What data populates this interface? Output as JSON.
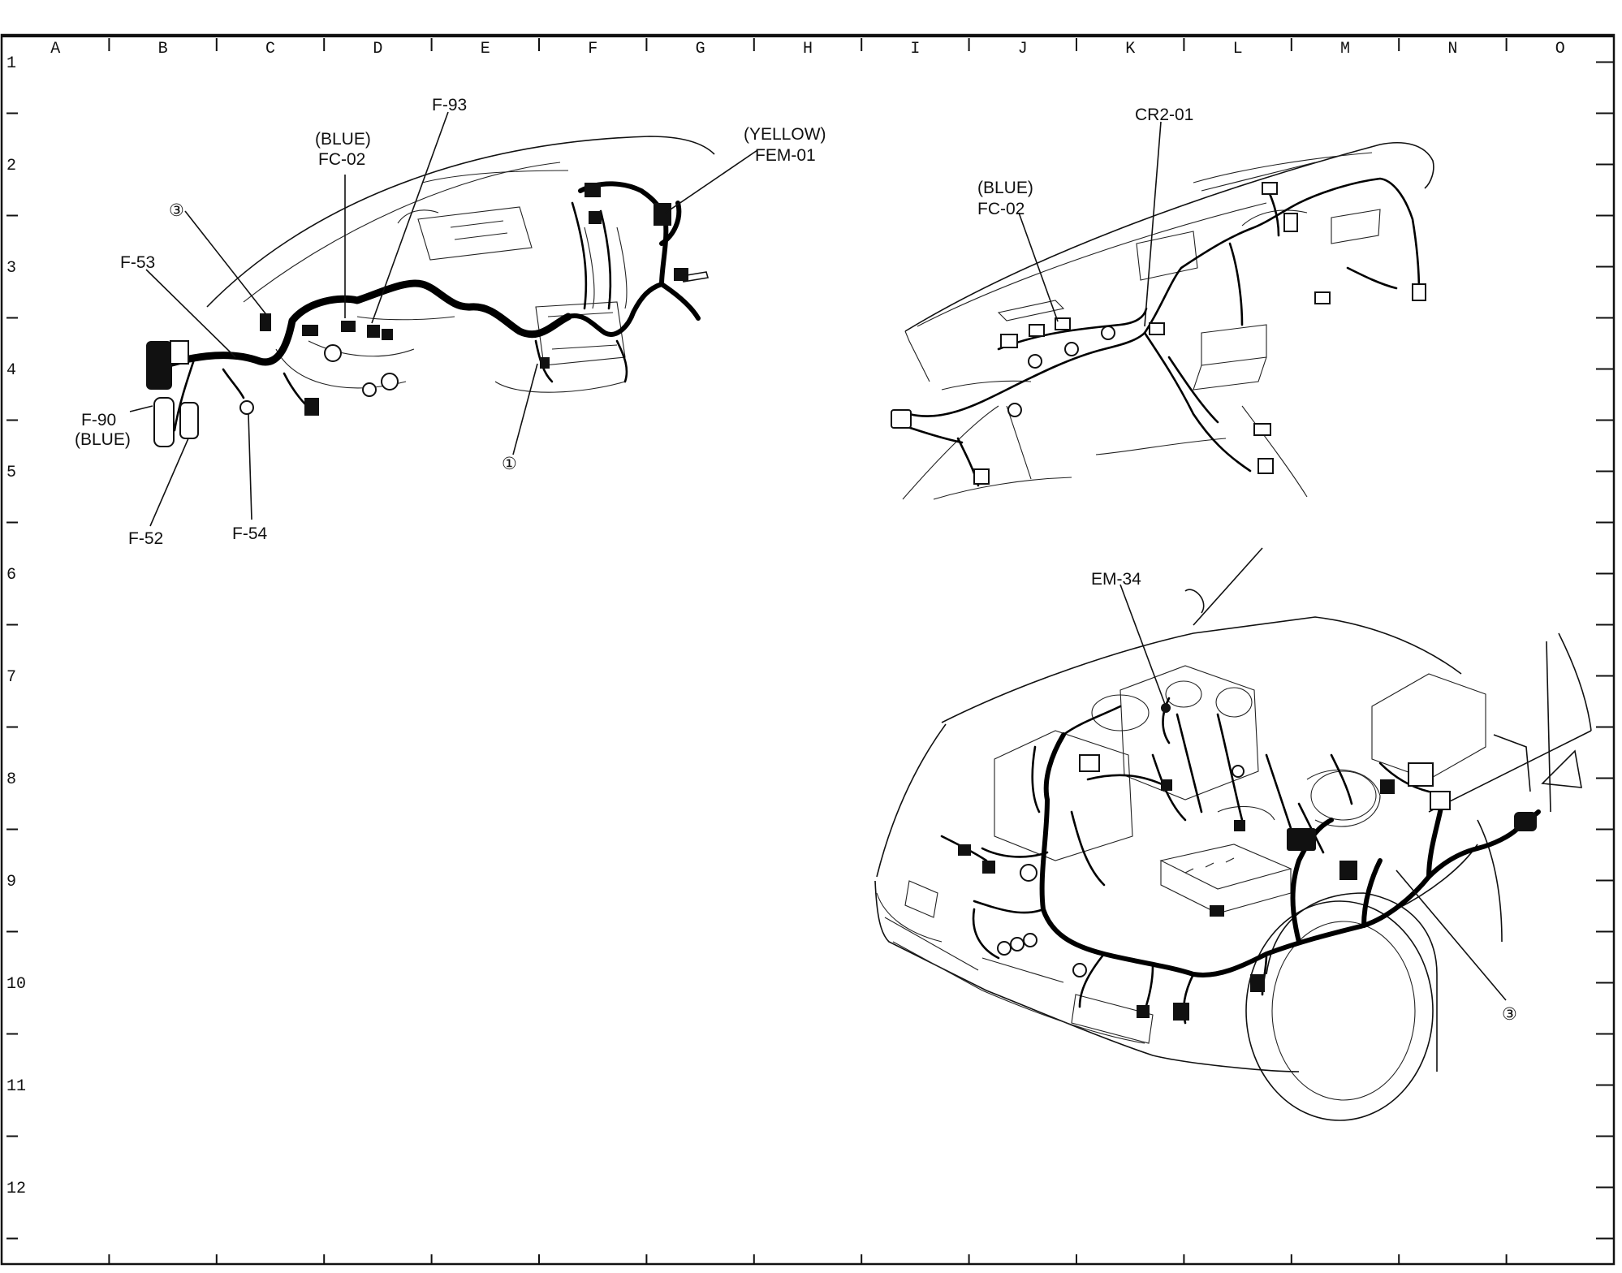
{
  "grid": {
    "columns": [
      "A",
      "B",
      "C",
      "D",
      "E",
      "F",
      "G",
      "H",
      "I",
      "J",
      "K",
      "L",
      "M",
      "N",
      "O"
    ],
    "rows": [
      "1",
      "2",
      "3",
      "4",
      "5",
      "6",
      "7",
      "8",
      "9",
      "10",
      "11",
      "12"
    ]
  },
  "dashboard_left": {
    "labels": {
      "f93": "F-93",
      "fc02_color": "(BLUE)",
      "fc02": "FC-02",
      "fem01_color": "(YELLOW)",
      "fem01": "FEM-01",
      "callout3": "③",
      "f53": "F-53",
      "f90": "F-90",
      "f90_color": "(BLUE)",
      "callout1": "①",
      "f52": "F-52",
      "f54": "F-54"
    }
  },
  "dashboard_right": {
    "labels": {
      "cr201": "CR2-01",
      "fc02_color": "(BLUE)",
      "fc02": "FC-02"
    }
  },
  "engine_bay": {
    "labels": {
      "em34": "EM-34",
      "callout3": "③"
    }
  }
}
